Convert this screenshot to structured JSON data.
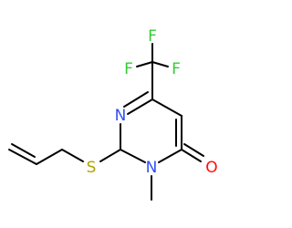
{
  "molecule": {
    "atoms": {
      "f_top": {
        "symbol": "F",
        "color": "#33cc33"
      },
      "f_left": {
        "symbol": "F",
        "color": "#33cc33"
      },
      "f_right": {
        "symbol": "F",
        "color": "#33cc33"
      },
      "n_ring": {
        "symbol": "N",
        "color": "#3050f8"
      },
      "n_methyl": {
        "symbol": "N",
        "color": "#3050f8"
      },
      "s_thioether": {
        "symbol": "S",
        "color": "#b2a200"
      },
      "o_carbonyl": {
        "symbol": "O",
        "color": "#ff0d0d"
      }
    },
    "bond_color": "#000000"
  }
}
